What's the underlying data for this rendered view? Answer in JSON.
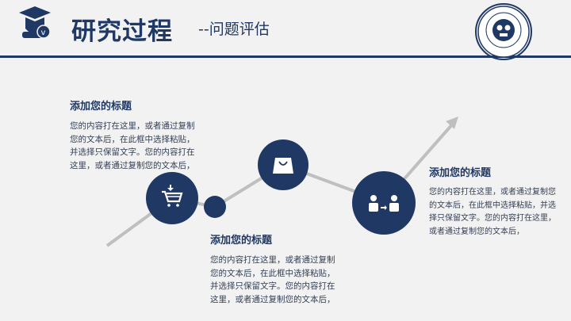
{
  "header": {
    "title": "研究过程",
    "subtitle": "--问题评估",
    "logo_icon": "university-seal-logo",
    "left_icon": "graduate-cap-icon"
  },
  "colors": {
    "navy": "#1f3864",
    "line": "#bfbfbf",
    "background": "#f2f2f2"
  },
  "blocks": [
    {
      "title": "添加您的标题",
      "lines": [
        "您的内容打在这里，或者通过复制",
        "您的文本后，在此框中选择粘贴，",
        "并选择只保留文字。您的内容打在",
        "这里，或者通过复制您的文本后，"
      ]
    },
    {
      "title": "添加您的标题",
      "lines": [
        "您的内容打在这里，或者通过复制",
        "您的文本后，在此框中选择粘贴，",
        "并选择只保留文字。您的内容打在",
        "这里，或者通过复制您的文本后，"
      ]
    },
    {
      "title": "添加您的标题",
      "lines": [
        "您的内容打在这里，或者通过复制您",
        "的文本后，在此框中选择粘贴，并选",
        "择只保留文字。您的内容打在这里，",
        "或者通过复制您的文本后，"
      ]
    }
  ],
  "icons": [
    "shopping-cart-icon",
    "dot",
    "shopping-bag-icon",
    "user-transfer-icon",
    "arrow-up-right-icon"
  ]
}
